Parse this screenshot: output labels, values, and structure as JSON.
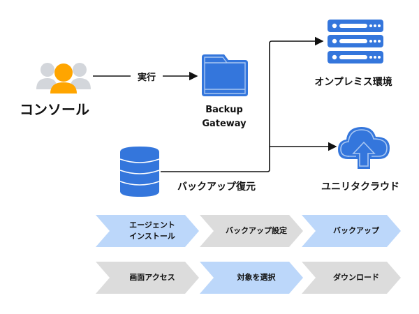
{
  "colors": {
    "icon_blue": "#3476dc",
    "icon_blue_light": "#a9c7f2",
    "user_orange": "#ffa500",
    "user_gray": "#d3d6db",
    "chevron_blue": "#bcd7fa",
    "chevron_gray": "#dcdcdc",
    "line": "#111111"
  },
  "nodes": {
    "console": {
      "label": "コンソール",
      "icon": "users-icon"
    },
    "gateway": {
      "label_line1": "Backup",
      "label_line2": "Gateway",
      "icon": "folder-icon"
    },
    "onprem": {
      "label": "オンプレミス環境",
      "icon": "server-icon"
    },
    "cloud": {
      "label": "ユニリタクラウド",
      "icon": "cloud-upload-icon"
    },
    "database": {
      "icon": "database-icon"
    }
  },
  "edges": {
    "execute": {
      "label": "実行"
    },
    "restore": {
      "label": "バックアップ復元"
    }
  },
  "steps_row1": [
    {
      "line1": "エージェント",
      "line2": "インストール",
      "color": "blue"
    },
    {
      "line1": "バックアップ設定",
      "line2": "",
      "color": "gray"
    },
    {
      "line1": "バックアップ",
      "line2": "",
      "color": "blue"
    }
  ],
  "steps_row2": [
    {
      "line1": "画面アクセス",
      "line2": "",
      "color": "gray"
    },
    {
      "line1": "対象を選択",
      "line2": "",
      "color": "blue"
    },
    {
      "line1": "ダウンロード",
      "line2": "",
      "color": "gray"
    }
  ]
}
